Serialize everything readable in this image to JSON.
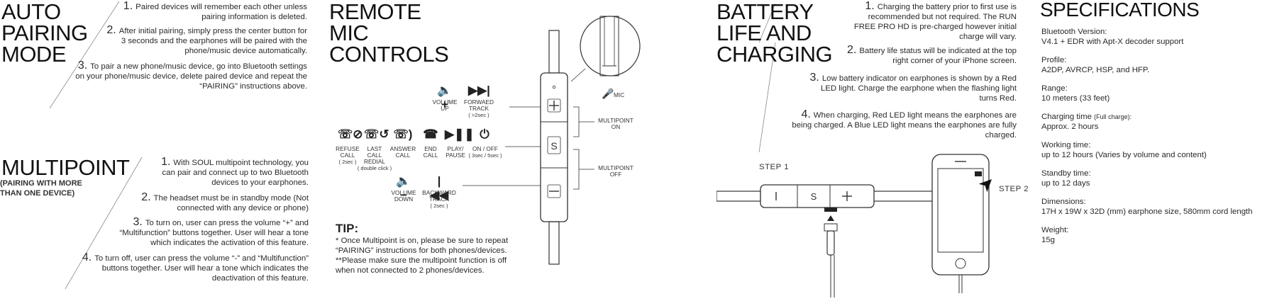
{
  "auto_pairing": {
    "title": [
      "AUTO",
      "PAIRING",
      "MODE"
    ],
    "items": [
      {
        "num": "1.",
        "text": "Paired devices will remember each other unless pairing information is deleted."
      },
      {
        "num": "2.",
        "text": "After initial pairing, simply press the center button for 3 seconds and the earphones will be paired with the phone/music device automatically."
      },
      {
        "num": "3.",
        "text": "To pair a new phone/music device, go into Bluetooth settings on your phone/music device, delete paired device and repeat the “PAIRING” instructions above."
      }
    ]
  },
  "multipoint": {
    "title": "MULTIPOINT",
    "subtitle": [
      "(PAIRING WITH MORE",
      "THAN ONE DEVICE)"
    ],
    "items": [
      {
        "num": "1.",
        "text": "With SOUL multipoint technology, you can pair and connect up to two Bluetooth devices to your earphones."
      },
      {
        "num": "2.",
        "text": "The headset must be in standby mode (Not connected with any device or phone)"
      },
      {
        "num": "3.",
        "text": "To turn on, user can press the volume “+” and “Multifunction” buttons together. User will hear a tone which indicates the activation of this feature."
      },
      {
        "num": "4.",
        "text": "To turn off, user can press the volume “-” and “Multifunction” buttons together. User will hear a tone which indicates the deactivation of this feature."
      }
    ]
  },
  "remote": {
    "title": [
      "REMOTE",
      "MIC",
      "CONTROLS"
    ],
    "vol_up": [
      "VOLUME",
      "UP"
    ],
    "forward": [
      "FORWAED",
      "TRACK",
      "( >2sec )"
    ],
    "refuse": [
      "REFUSE",
      "CALL",
      "( 2sec )"
    ],
    "last": [
      "LAST",
      "CALL",
      "REDIAL",
      "( double click )"
    ],
    "answer": [
      "ANSWER",
      "CALL"
    ],
    "end": [
      "END",
      "CALL"
    ],
    "play": [
      "PLAY/",
      "PAUSE"
    ],
    "onoff": [
      "ON / OFF",
      "( 3sec / 5sec )"
    ],
    "vol_down": [
      "VOLUME",
      "DOWN"
    ],
    "backward": [
      "BACKWARD",
      "TRACK",
      "( 2sec )"
    ],
    "multi_on": [
      "MULTIPOINT",
      "ON"
    ],
    "multi_off": [
      "MULTIPOINT",
      "OFF"
    ],
    "mic": "MIC"
  },
  "tip": {
    "title": "TIP:",
    "lines": [
      "* Once Multipoint is on, please be sure to repeat",
      "“PAIRING” instructions for both phones/devices.",
      "**Please make sure the multipoint function is off",
      "when not connected to 2 phones/devices."
    ]
  },
  "battery": {
    "title": [
      "BATTERY",
      "LIFE AND",
      "CHARGING"
    ],
    "items": [
      {
        "num": "1.",
        "text": "Charging the battery prior to first use is recommended but not required. The RUN FREE PRO HD is pre-charged however initial charge will vary."
      },
      {
        "num": "2.",
        "text": "Battery life status will be indicated at the top right corner of your iPhone screen."
      },
      {
        "num": "3.",
        "text": "Low battery indicator on earphones is shown by a Red LED light. Charge the earphone when the flashing light turns Red."
      },
      {
        "num": "4.",
        "text": "When charging, Red LED light means the earphones are being charged. A Blue LED light means the earphones are fully charged."
      }
    ],
    "step1": "STEP 1",
    "step2": "STEP 2"
  },
  "specs": {
    "title": "SPECIFICATIONS",
    "rows": [
      {
        "label": "Bluetooth Version:",
        "note": "",
        "value": "V4.1 + EDR with Apt-X decoder support"
      },
      {
        "label": "Profile:",
        "note": "",
        "value": "A2DP, AVRCP, HSP, and HFP."
      },
      {
        "label": "Range:",
        "note": "",
        "value": "10 meters (33 feet)"
      },
      {
        "label": "Charging time",
        "note": "(Full charge):",
        "value": "Approx. 2 hours"
      },
      {
        "label": "Working time:",
        "note": "",
        "value": "up to 12 hours (Varies by volume and content)"
      },
      {
        "label": "Standby time:",
        "note": "",
        "value": "up to 12 days"
      },
      {
        "label": "Dimensions:",
        "note": "",
        "value": "17H x 19W x 32D (mm) earphone size, 580mm cord length"
      },
      {
        "label": "Weight:",
        "note": "",
        "value": "15g"
      }
    ]
  },
  "colors": {
    "text": "#2a2a2a",
    "heading": "#111111",
    "line": "#555555",
    "accent": "#222222"
  },
  "icons": [
    "volume-up-icon",
    "forward-track-icon",
    "refuse-call-icon",
    "last-call-icon",
    "answer-call-icon",
    "end-call-icon",
    "play-pause-icon",
    "power-icon",
    "volume-down-icon",
    "backward-track-icon",
    "mic-icon",
    "phone-illustration",
    "remote-illustration",
    "cursor-arrow-icon"
  ]
}
